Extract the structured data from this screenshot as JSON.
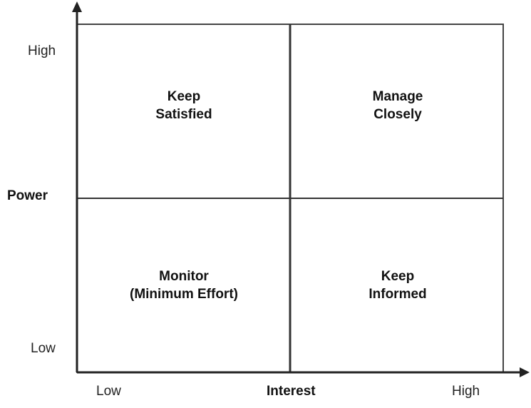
{
  "matrix": {
    "y_axis": {
      "title": "Power",
      "high_label": "High",
      "low_label": "Low"
    },
    "x_axis": {
      "title": "Interest",
      "low_label": "Low",
      "high_label": "High"
    },
    "quadrants": {
      "top_left": {
        "line1": "Keep",
        "line2": "Satisfied"
      },
      "top_right": {
        "line1": "Manage",
        "line2": "Closely"
      },
      "bottom_left": {
        "line1": "Monitor",
        "line2": "(Minimum Effort)"
      },
      "bottom_right": {
        "line1": "Keep",
        "line2": "Informed"
      }
    }
  }
}
